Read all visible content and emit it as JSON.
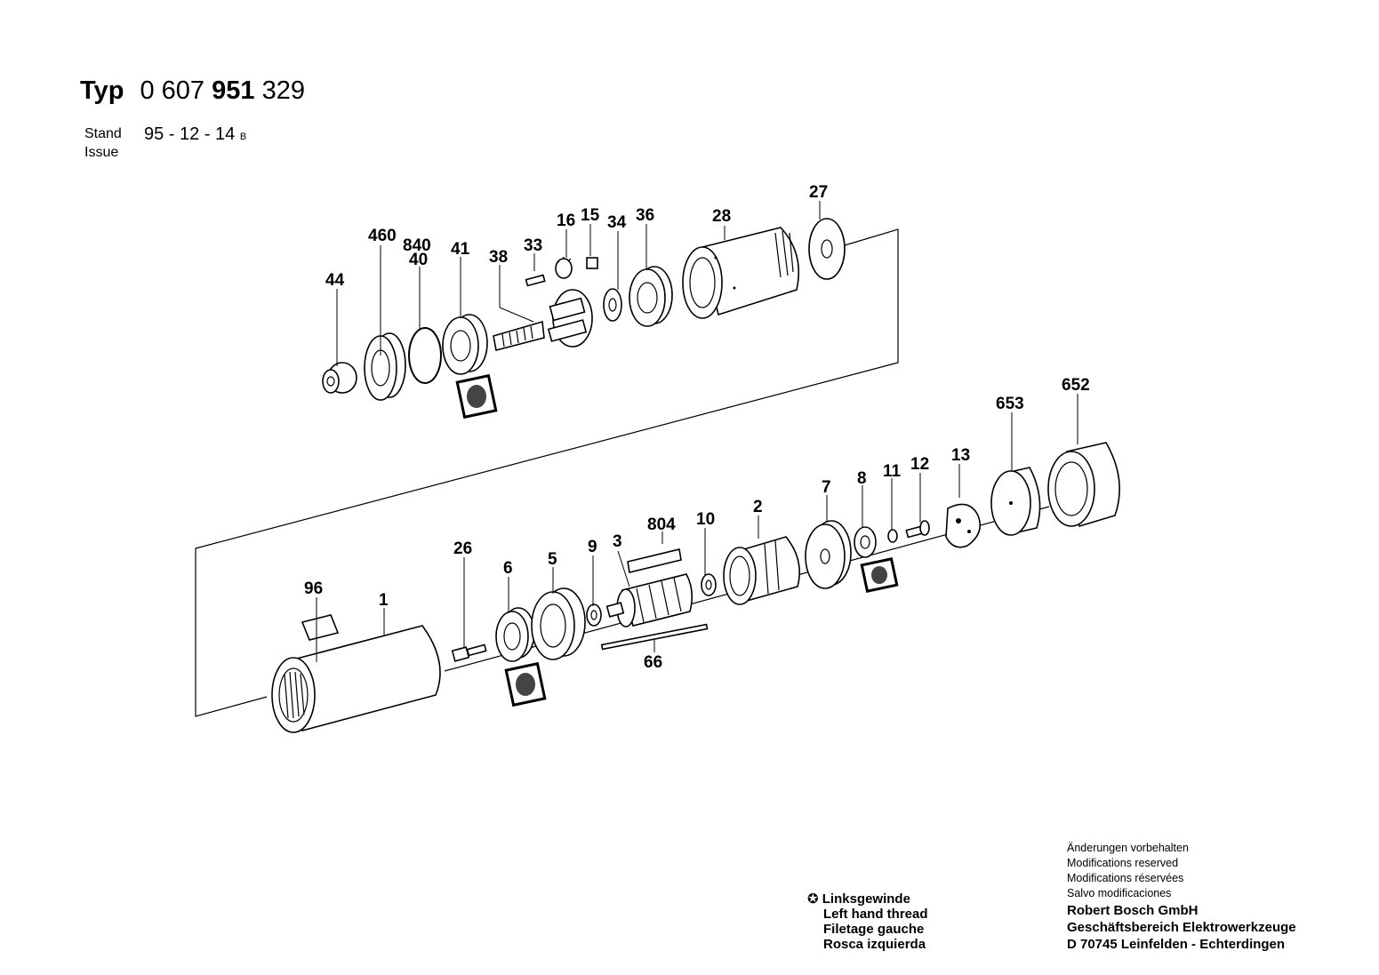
{
  "header": {
    "typ_label": "Typ",
    "typ_number_a": "0 607",
    "typ_number_b": "951",
    "typ_number_c": "329",
    "stand_label": "Stand",
    "issue_label": "Issue",
    "date": "95 - 12 - 14",
    "date_suffix": "B"
  },
  "parts_upper": [
    "44",
    "460",
    "840",
    "40",
    "41",
    "38",
    "33",
    "16",
    "15",
    "34",
    "36",
    "28",
    "27"
  ],
  "parts_lower": [
    "96",
    "1",
    "26",
    "6",
    "5",
    "9",
    "3",
    "804",
    "10",
    "2",
    "7",
    "8",
    "11",
    "12",
    "13",
    "653",
    "652",
    "66"
  ],
  "legend": {
    "symbol": "✪",
    "lines": [
      "Linksgewinde",
      "Left hand thread",
      "Filetage gauche",
      "Rosca izquierda"
    ]
  },
  "footer": {
    "modifications": [
      "Änderungen vorbehalten",
      "Modifications reserved",
      "Modifications réservées",
      "Salvo modificaciones"
    ],
    "company": [
      "Robert Bosch GmbH",
      "Geschäftsbereich Elektrowerkzeuge",
      "D 70745 Leinfelden - Echterdingen"
    ]
  }
}
